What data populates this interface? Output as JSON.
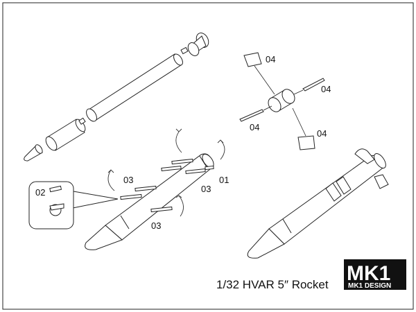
{
  "title": "1/32 HVAR 5″ Rocket",
  "brand": {
    "mark": "MK1",
    "name": "MK1 DESIGN"
  },
  "part_labels": {
    "detail_02": "02",
    "fin_a_03": "03",
    "fin_b_03": "03",
    "fin_c_03": "03",
    "band_01": "01",
    "tail_a_04": "04",
    "tail_b_04": "04",
    "tail_c_04": "04",
    "tail_d_04": "04"
  },
  "icons": [
    "curved-arrow-icon",
    "rocket-drawing",
    "magnifier-detail-icon"
  ]
}
